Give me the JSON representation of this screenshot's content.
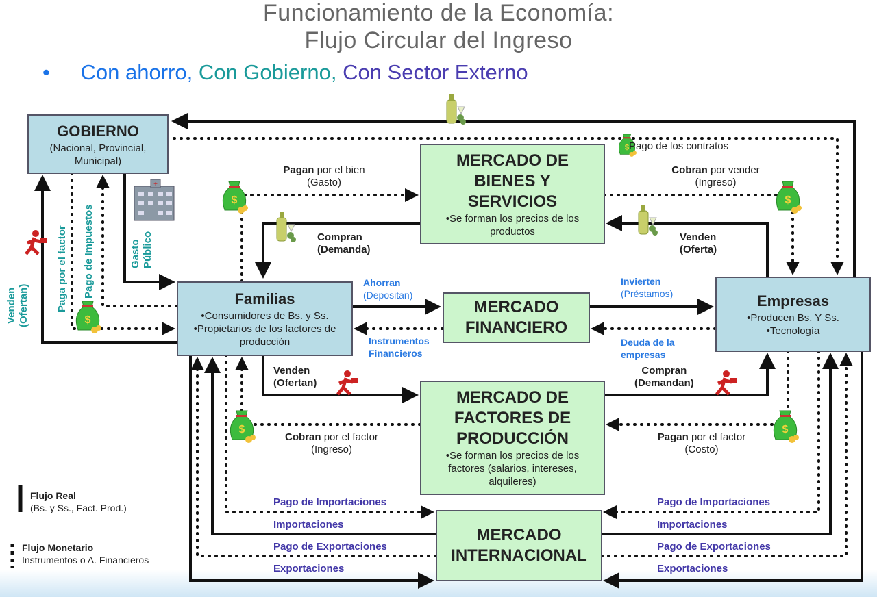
{
  "title": {
    "line1": "Funcionamiento de la Economía:",
    "line2": "Flujo Circular del Ingreso"
  },
  "subtitle": {
    "bullet": "•",
    "part1": "Con ahorro,",
    "part2": "Con Gobierno,",
    "part3": "Con Sector Externo",
    "colors": {
      "part1": "#1a73e8",
      "part2": "#1a9a9a",
      "part3": "#4a3db0"
    }
  },
  "boxes": {
    "gobierno": {
      "title": "GOBIERNO",
      "sub": "(Nacional, Provincial, Municipal)"
    },
    "bienes": {
      "title": "MERCADO DE BIENES Y SERVICIOS",
      "sub": "•Se forman los precios de los productos"
    },
    "familias": {
      "title": "Familias",
      "sub1": "•Consumidores de Bs. y Ss.",
      "sub2": "•Propietarios de los factores de producción"
    },
    "financiero": {
      "title": "MERCADO FINANCIERO"
    },
    "empresas": {
      "title": "Empresas",
      "sub1": "•Producen Bs. Y Ss.",
      "sub2": "•Tecnología"
    },
    "factores": {
      "title": "MERCADO DE FACTORES DE PRODUCCIÓN",
      "sub": "•Se forman los precios de los factores (salarios, intereses, alquileres)"
    },
    "internacional": {
      "title": "MERCADO INTERNACIONAL"
    }
  },
  "labels": {
    "pago_contratos": "Pago de los contratos",
    "pagan_bien_b": "Pagan",
    "pagan_bien_r": "por el bien",
    "gasto": "(Gasto)",
    "cobran_vender_b": "Cobran",
    "cobran_vender_r": "por vender",
    "ingreso1": "(Ingreso)",
    "compran": "Compran",
    "demanda": "(Demanda)",
    "venden": "Venden",
    "oferta": "(Oferta)",
    "ahorran": "Ahorran",
    "depositan": "(Depositan)",
    "invierten": "Invierten",
    "prestamos": "(Préstamos)",
    "instrumentos1": "Instrumentos",
    "instrumentos2": "Financieros",
    "deuda1": "Deuda de la",
    "deuda2": "empresas",
    "venden_f": "Venden",
    "ofertan_f": "(Ofertan)",
    "compran_f": "Compran",
    "demandan_f": "(Demandan)",
    "cobran_factor_b": "Cobran",
    "cobran_factor_r": "por el factor",
    "ingreso2": "(Ingreso)",
    "pagan_factor_b": "Pagan",
    "pagan_factor_r": "por el factor",
    "costo": "(Costo)",
    "pago_importaciones": "Pago de Importaciones",
    "importaciones": "Importaciones",
    "pago_exportaciones": "Pago de Exportaciones",
    "exportaciones": "Exportaciones",
    "gasto_publico1": "Gasto",
    "gasto_publico2": "Público",
    "paga_factor": "Paga por el factor",
    "pago_impuestos": "Pago de Impuestos",
    "venden_gob1": "Venden",
    "venden_gob2": "(Ofertan)"
  },
  "legend": {
    "real_title": "Flujo Real",
    "real_sub": "(Bs. y Ss., Fact. Prod.)",
    "monetario_title": "Flujo Monetario",
    "monetario_sub": "Instrumentos o A. Financieros"
  },
  "icons": [
    "money-bag-icon",
    "bottle-icon",
    "building-icon",
    "worker-icon"
  ],
  "colors": {
    "box_agent": "#b8dce6",
    "box_market": "#ccf5cc",
    "teal": "#1a9a9a",
    "blue": "#2a7ae2",
    "purple": "#4338a8"
  }
}
